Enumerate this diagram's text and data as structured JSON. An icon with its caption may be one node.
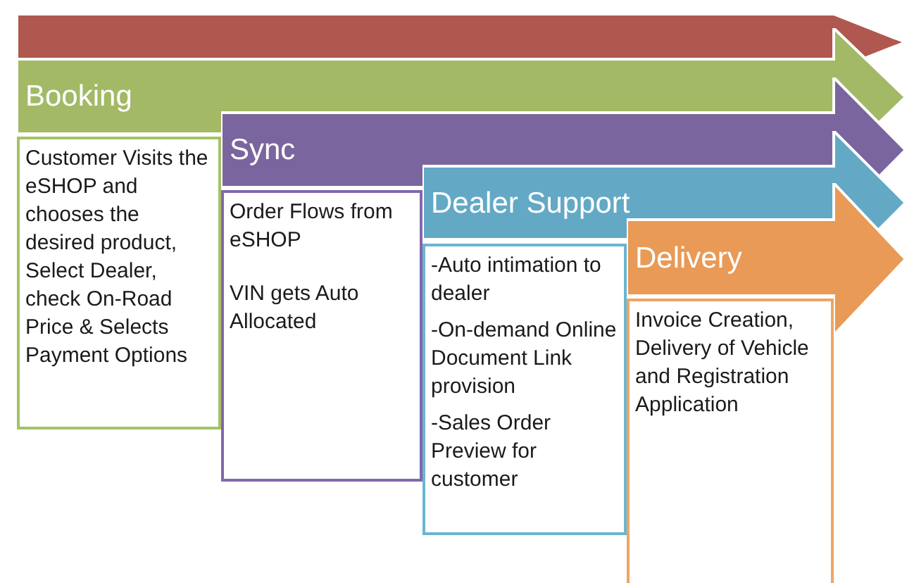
{
  "diagram": {
    "nodes": [
      {
        "text": [],
        "shape": "arrow"
      },
      {
        "text": [
          "Booking"
        ]
      },
      {
        "text": [
          "Customer Visits the eSHOP and chooses the desired product, Select Dealer, check On-Road Price & Selects Payment Options"
        ]
      },
      {
        "text": [
          "Sync"
        ]
      },
      {
        "text": [
          "Order Flows from eSHOP",
          "VIN gets Auto Allocated"
        ]
      },
      {
        "text": [
          "Dealer Support"
        ]
      },
      {
        "text": [
          "-Auto intimation to dealer",
          "-On-demand Online Document Link provision",
          "-Sales Order Preview for customer"
        ]
      },
      {
        "text": [
          "Delivery"
        ]
      },
      {
        "text": [
          "Invoice Creation, Delivery of Vehicle and Registration Application"
        ]
      }
    ]
  }
}
